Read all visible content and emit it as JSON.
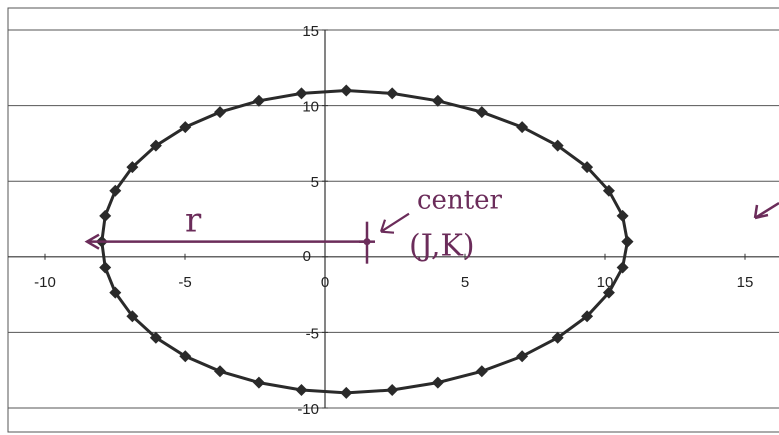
{
  "chart_data": {
    "type": "scatter",
    "title": "",
    "xlabel": "",
    "ylabel": "",
    "xlim": [
      -10,
      15
    ],
    "ylim": [
      -10,
      15
    ],
    "x_ticks": [
      -10,
      -5,
      0,
      5,
      10,
      15
    ],
    "y_ticks": [
      -10,
      -5,
      0,
      5,
      10,
      15
    ],
    "x_tick_labels": [
      "-10",
      "-5",
      "0",
      "5",
      "10",
      "15"
    ],
    "y_tick_labels": [
      "-10",
      "-5",
      "0",
      "5",
      "10",
      "15"
    ],
    "grid": "horizontal",
    "legend": "none",
    "colors": {
      "series": "#2a2a2a",
      "annotation": "#6b2c5a",
      "grid": "#555555"
    },
    "series": [
      {
        "marker": "diamond",
        "line": true,
        "x": [
          10.8,
          10.63,
          10.14,
          9.36,
          8.31,
          7.04,
          5.6,
          4.03,
          2.4,
          0.76,
          -0.84,
          -2.36,
          -3.75,
          -4.99,
          -6.04,
          -6.88,
          -7.49,
          -7.85,
          -7.97,
          -7.85,
          -7.49,
          -6.88,
          -6.04,
          -4.99,
          -3.75,
          -2.36,
          -0.84,
          0.76,
          2.4,
          4.03,
          5.6,
          7.04,
          8.31,
          9.36,
          10.14,
          10.63,
          10.8
        ],
        "y": [
          1.0,
          2.71,
          4.37,
          5.93,
          7.35,
          8.58,
          9.57,
          10.32,
          10.81,
          11.0,
          10.81,
          10.32,
          9.57,
          8.58,
          7.35,
          5.93,
          4.37,
          2.71,
          1.0,
          -0.71,
          -2.37,
          -3.93,
          -5.35,
          -6.58,
          -7.57,
          -8.32,
          -8.81,
          -9.0,
          -8.81,
          -8.32,
          -7.57,
          -6.58,
          -5.35,
          -3.93,
          -2.37,
          -0.71,
          1.0
        ]
      }
    ],
    "annotations": {
      "radius_label": "r",
      "center_label_line1": "center",
      "center_label_line2": "(J,K)",
      "center_point": [
        1.5,
        1.0
      ],
      "radius_from": [
        1.5,
        1.0
      ],
      "radius_to": [
        -8.5,
        1.0
      ]
    }
  }
}
